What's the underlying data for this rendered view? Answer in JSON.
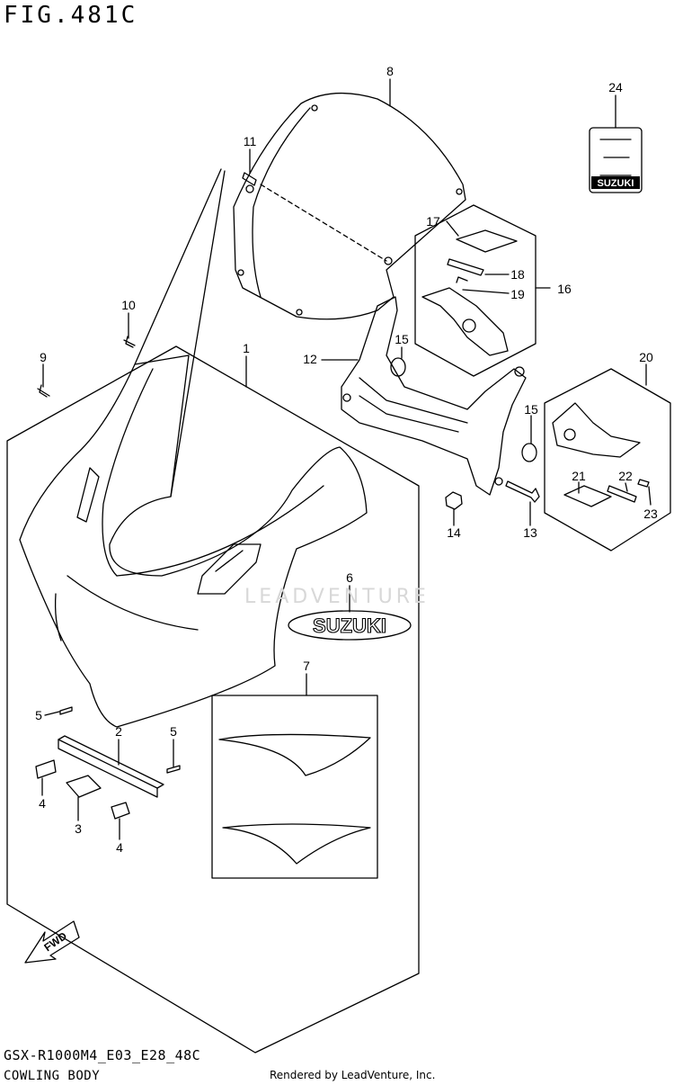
{
  "header": {
    "figure_title": "FIG.481C"
  },
  "footer": {
    "model_code": "GSX-R1000M4_E03_E28_48C",
    "section_name": "COWLING BODY",
    "credit": "Rendered by LeadVenture, Inc."
  },
  "watermark": "LEADVENTURE",
  "decals": {
    "logo_text": "SUZUKI",
    "fwd_text": "FWD"
  },
  "callouts": [
    "1",
    "2",
    "3",
    "4",
    "4",
    "5",
    "5",
    "6",
    "7",
    "8",
    "9",
    "10",
    "11",
    "12",
    "13",
    "14",
    "15",
    "15",
    "16",
    "17",
    "18",
    "19",
    "20",
    "21",
    "22",
    "23",
    "24"
  ]
}
